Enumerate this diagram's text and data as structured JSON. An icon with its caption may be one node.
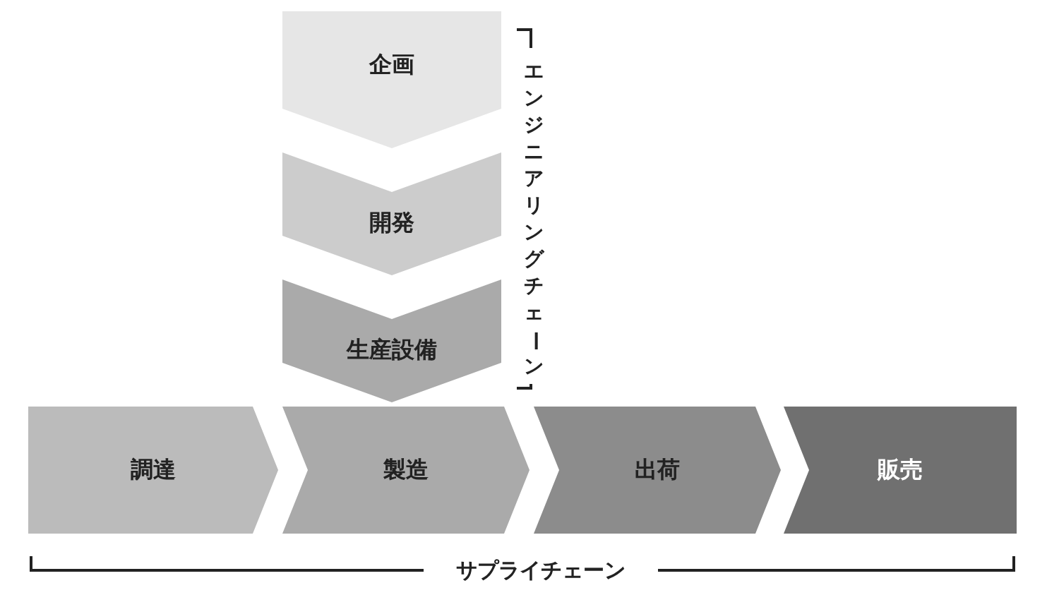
{
  "diagram": {
    "nodes": [
      {
        "text": [
          "企画"
        ]
      },
      {
        "text": [
          "開発"
        ]
      },
      {
        "text": [
          "生産設備"
        ]
      },
      {
        "text": [
          "調達"
        ]
      },
      {
        "text": [
          "製造"
        ]
      },
      {
        "text": [
          "出荷"
        ]
      },
      {
        "text": [
          "販売"
        ]
      }
    ],
    "labels": [
      "エンジニアリングチェーン",
      "サプライチェーン"
    ]
  }
}
